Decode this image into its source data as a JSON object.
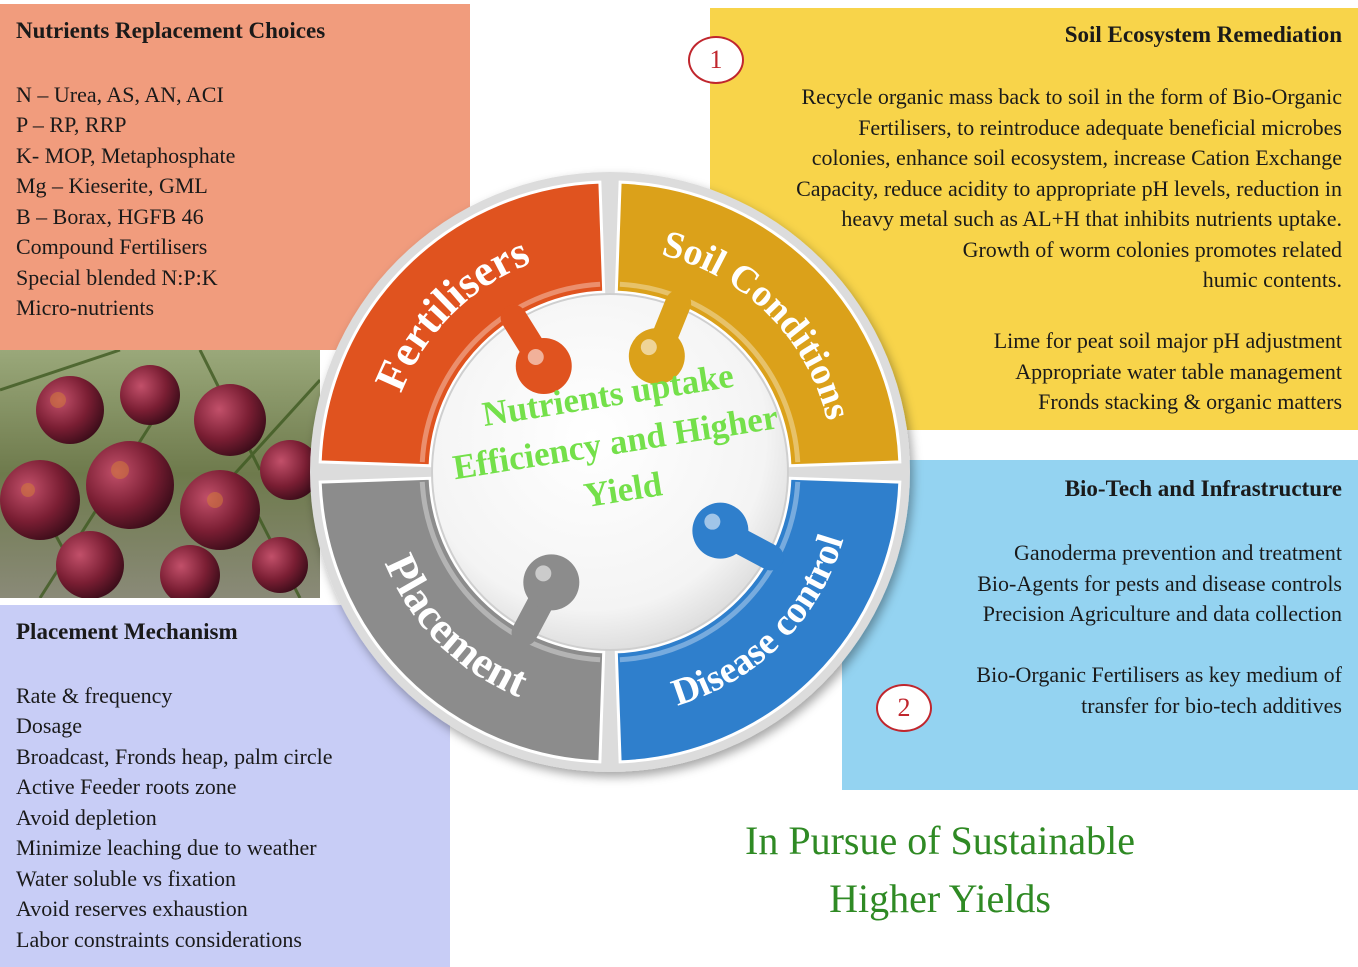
{
  "nutrients": {
    "title": "Nutrients Replacement Choices",
    "lines": [
      "N – Urea, AS, AN, ACI",
      "P – RP, RRP",
      "K- MOP, Metaphosphate",
      "Mg – Kieserite,  GML",
      "B – Borax, HGFB 46",
      "Compound Fertilisers",
      "Special blended N:P:K",
      "Micro-nutrients"
    ]
  },
  "soil": {
    "title": "Soil Ecosystem Remediation",
    "badge": "1",
    "lines": [
      "Recycle organic mass back to soil in the form of Bio-Organic",
      "Fertilisers,  to reintroduce adequate beneficial microbes",
      "colonies, enhance soil ecosystem, increase Cation Exchange",
      "Capacity, reduce acidity to appropriate pH levels, reduction in",
      "heavy metal such as AL+H that inhibits nutrients uptake.",
      "Growth of worm colonies promotes related",
      "humic contents."
    ],
    "lines2": [
      "Lime for peat soil major pH adjustment",
      "Appropriate water table management",
      "Fronds stacking & organic matters"
    ]
  },
  "biotech": {
    "title": "Bio-Tech and Infrastructure",
    "badge": "2",
    "lines": [
      "Ganoderma prevention and treatment",
      "Bio-Agents for pests and disease controls",
      "Precision Agriculture and data  collection"
    ],
    "lines2": [
      "Bio-Organic  Fertilisers  as key medium of",
      "transfer for bio-tech additives"
    ]
  },
  "placement": {
    "title": "Placement Mechanism",
    "lines": [
      "Rate & frequency",
      "Dosage",
      "Broadcast, Fronds  heap, palm circle",
      "Active Feeder roots  zone",
      "Avoid depletion",
      "Minimize  leaching due to weather",
      "Water soluble vs fixation",
      "Avoid reserves exhaustion",
      "Labor constraints considerations"
    ]
  },
  "wheel": {
    "segments": [
      {
        "label": "Fertilisers",
        "color": "#e0531f"
      },
      {
        "label": "Soil Conditions",
        "color": "#dba11a"
      },
      {
        "label": "Disease control",
        "color": "#2f7fcc"
      },
      {
        "label": "Placement",
        "color": "#8c8c8c"
      }
    ],
    "center_lines": [
      "Nutrients uptake",
      "Efficiency and Higher",
      "Yield"
    ],
    "center_color": "#74e04a"
  },
  "tagline": [
    "In Pursue of Sustainable",
    "Higher Yields"
  ]
}
